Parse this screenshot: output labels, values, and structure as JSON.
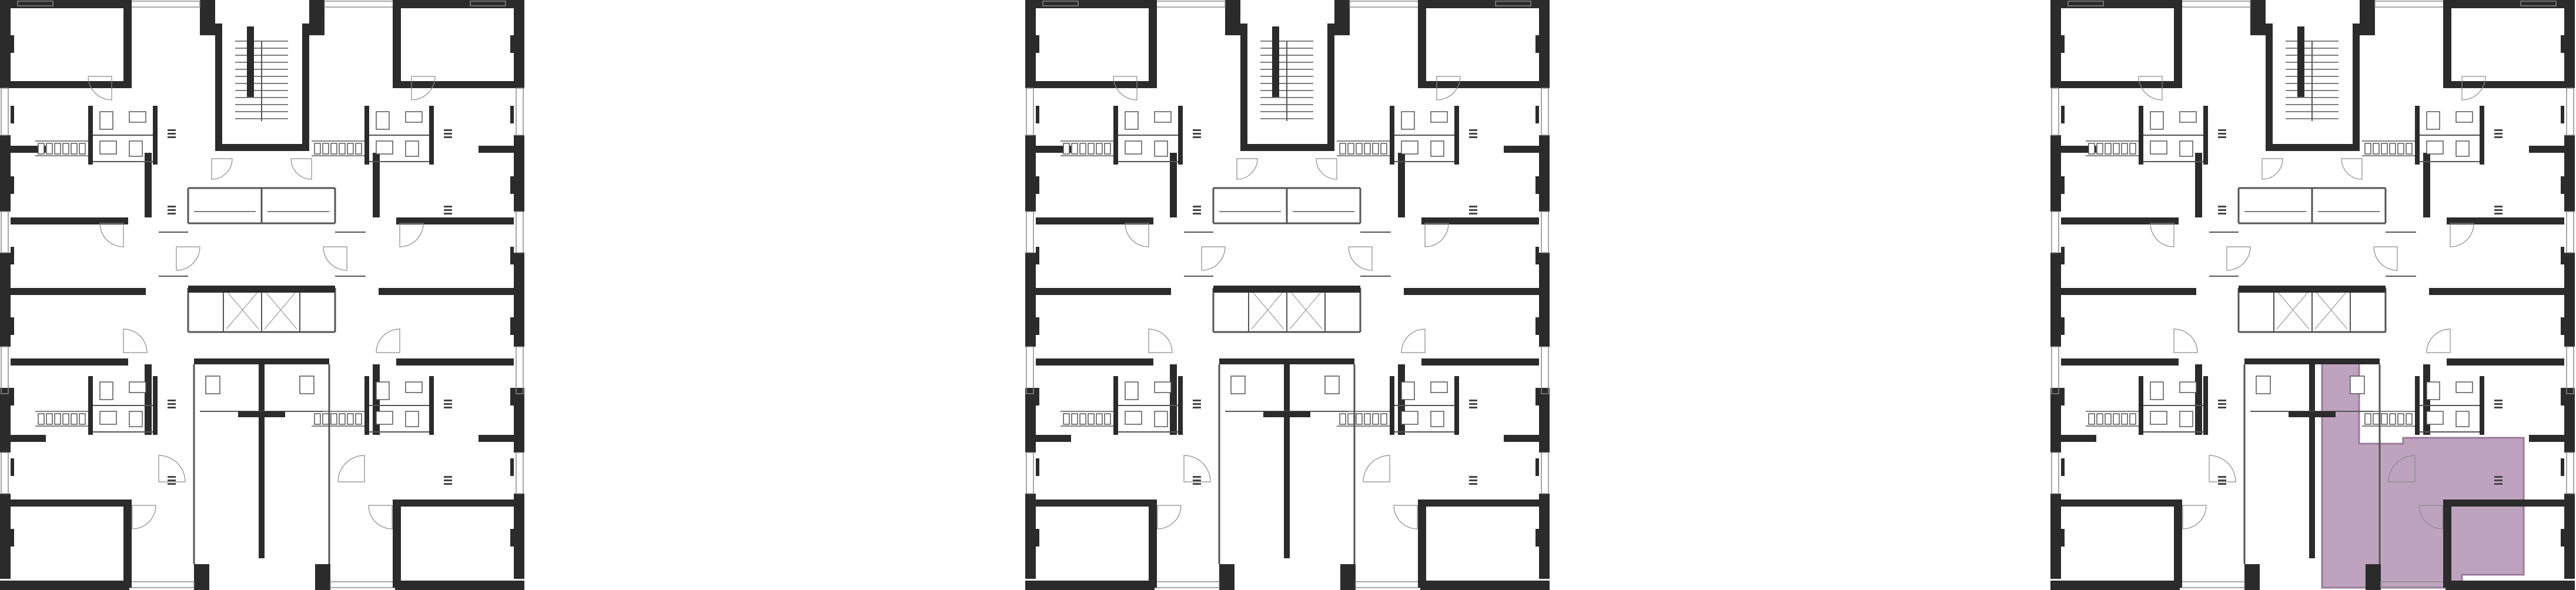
{
  "title": "",
  "colors": {
    "background": "#ffffff",
    "wall": "#2b2b2b",
    "thin_line": "#555555",
    "window_line": "#8a8a8a",
    "highlight_fill": "#b79ab8",
    "highlight_stroke": "#8f6d91"
  },
  "plans": [
    {
      "id": "plan-left",
      "highlighted_unit": false
    },
    {
      "id": "plan-middle",
      "highlighted_unit": false
    },
    {
      "id": "plan-right",
      "highlighted_unit": true
    }
  ],
  "selected_apartment": {
    "plan": "plan-right",
    "position": "lower-middle",
    "shape": "L-shaped"
  }
}
